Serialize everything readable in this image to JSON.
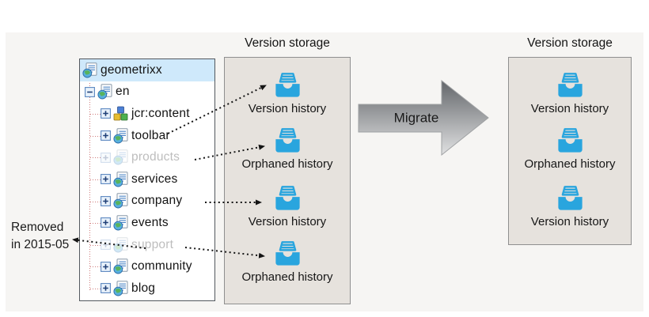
{
  "annotation": {
    "line1": "Removed",
    "line2": "in 2015-05"
  },
  "tree": {
    "items": [
      {
        "label": "geometrixx",
        "level": 0,
        "icon": "page-globe",
        "expander": "none",
        "highlighted": true,
        "faded": false
      },
      {
        "label": "en",
        "level": 1,
        "icon": "page-globe",
        "expander": "minus",
        "highlighted": false,
        "faded": false
      },
      {
        "label": "jcr:content",
        "level": 2,
        "icon": "cubes",
        "expander": "plus",
        "highlighted": false,
        "faded": false
      },
      {
        "label": "toolbar",
        "level": 2,
        "icon": "page-globe",
        "expander": "plus",
        "highlighted": false,
        "faded": false
      },
      {
        "label": "products",
        "level": 2,
        "icon": "page-globe",
        "expander": "plus",
        "highlighted": false,
        "faded": true
      },
      {
        "label": "services",
        "level": 2,
        "icon": "page-globe",
        "expander": "plus",
        "highlighted": false,
        "faded": false
      },
      {
        "label": "company",
        "level": 2,
        "icon": "page-globe",
        "expander": "plus",
        "highlighted": false,
        "faded": false
      },
      {
        "label": "events",
        "level": 2,
        "icon": "page-globe",
        "expander": "plus",
        "highlighted": false,
        "faded": false
      },
      {
        "label": "support",
        "level": 2,
        "icon": "page-globe",
        "expander": "plus",
        "highlighted": false,
        "faded": true
      },
      {
        "label": "community",
        "level": 2,
        "icon": "page-globe",
        "expander": "plus",
        "highlighted": false,
        "faded": false
      },
      {
        "label": "blog",
        "level": 2,
        "icon": "page-globe",
        "expander": "plus",
        "highlighted": false,
        "faded": false
      }
    ]
  },
  "source_storage": {
    "title": "Version storage",
    "items": [
      {
        "icon": "archive",
        "label": "Version history"
      },
      {
        "icon": "archive",
        "label": "Orphaned history"
      },
      {
        "icon": "archive",
        "label": "Version history"
      },
      {
        "icon": "archive",
        "label": "Orphaned history"
      }
    ]
  },
  "target_storage": {
    "title": "Version storage",
    "items": [
      {
        "icon": "archive",
        "label": "Version history"
      },
      {
        "icon": "archive",
        "label": "Orphaned history"
      },
      {
        "icon": "archive",
        "label": "Version history"
      }
    ]
  },
  "migrate": {
    "label": "Migrate"
  },
  "connections": [
    {
      "from": "toolbar",
      "to_storage_item": 0
    },
    {
      "from": "products",
      "to_storage_item": 1
    },
    {
      "from": "company",
      "to_storage_item": 2
    },
    {
      "from": "support",
      "to_storage_item": 3
    }
  ],
  "removed_pointer": {
    "from": "support",
    "points_to": "annotation"
  },
  "colors": {
    "archive_blue": "#29a5de",
    "storage_bg": "#e6e2dd",
    "storage_border": "#8f8f8f",
    "tree_highlight": "#cfe9fb",
    "guide_red": "#cf7a7a",
    "arrow_gradient_top": "#63666a",
    "arrow_gradient_bottom": "#e0e1e2",
    "connector_black": "#141414"
  }
}
